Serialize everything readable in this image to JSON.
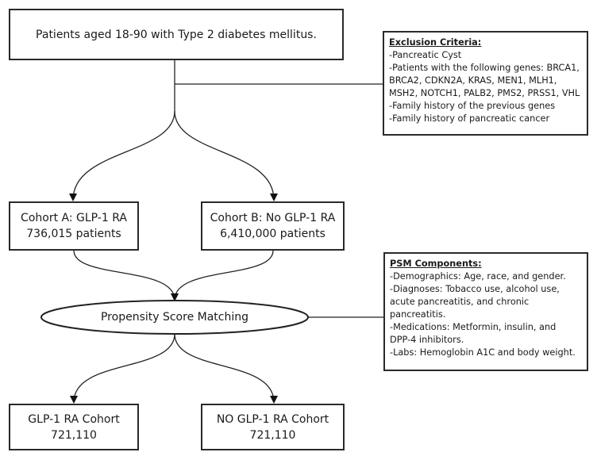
{
  "start_box": {
    "text": "Patients aged 18-90 with Type 2 diabetes mellitus."
  },
  "exclusion": {
    "title": "Exclusion Criteria:",
    "lines": [
      "-Pancreatic Cyst",
      "-Patients with the following genes: BRCA1,",
      "BRCA2, CDKN2A, KRAS, MEN1, MLH1,",
      "MSH2, NOTCH1, PALB2, PMS2, PRSS1, VHL",
      "-Family history of the previous genes",
      "-Family history of pancreatic cancer"
    ]
  },
  "cohort_a": {
    "title": "Cohort A: GLP-1 RA",
    "count": "736,015 patients"
  },
  "cohort_b": {
    "title": "Cohort B: No GLP-1 RA",
    "count": "6,410,000 patients"
  },
  "psm": {
    "label": "Propensity Score Matching"
  },
  "psm_components": {
    "title": "PSM Components:",
    "lines": [
      "-Demographics: Age, race, and gender.",
      "-Diagnoses: Tobacco use, alcohol use,",
      "acute pancreatitis, and chronic",
      "pancreatitis.",
      "-Medications: Metformin, insulin, and",
      "DPP-4 inhibitors.",
      "-Labs: Hemoglobin A1C and body weight."
    ]
  },
  "result_a": {
    "title": "GLP-1 RA Cohort",
    "count": "721,110"
  },
  "result_b": {
    "title": "NO GLP-1 RA Cohort",
    "count": "721,110"
  }
}
